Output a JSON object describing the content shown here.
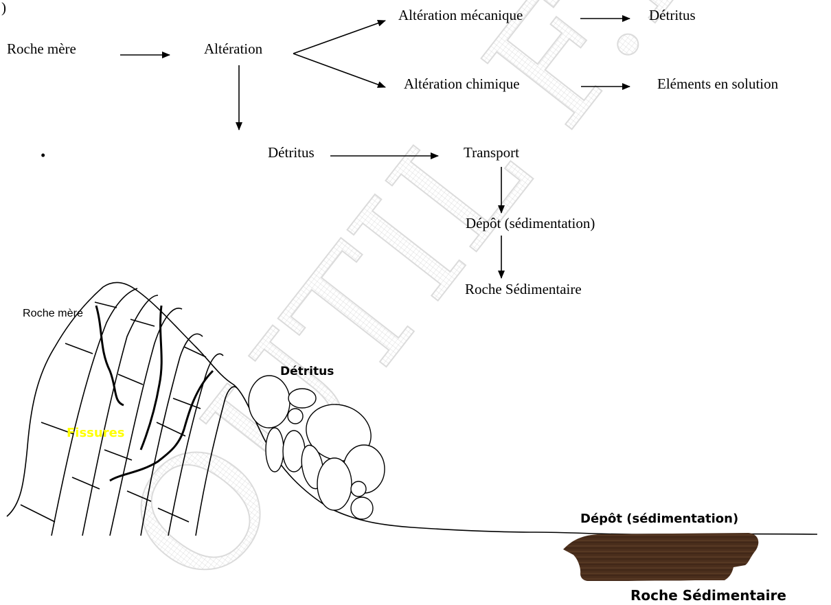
{
  "flowchart": {
    "roche_mere": "Roche mère",
    "alteration": "Altération",
    "alteration_mecanique": "Altération mécanique",
    "alteration_chimique": "Altération chimique",
    "detritus_1": "Détritus",
    "elements_solution": "Eléments en solution",
    "bullet": "•",
    "detritus_2": "Détritus",
    "transport": "Transport",
    "depot": "Dépôt (sédimentation)",
    "roche_sedimentaire": "Roche Sédimentaire",
    "partial_mark": ")"
  },
  "illustration": {
    "roche_mere_label": "Roche mère",
    "fissures_label": "Fissures",
    "detritus_label": "Détritus",
    "depot_label": "Dépôt (sédimentation)",
    "roche_sedimentaire_label": "Roche Sédimentaire"
  },
  "watermark": {
    "text": "OUTIL F.B."
  },
  "colors": {
    "fissures_text": "#ffff00",
    "deposit_fill": "#4a2e1c",
    "watermark": "#d9d9d9"
  }
}
